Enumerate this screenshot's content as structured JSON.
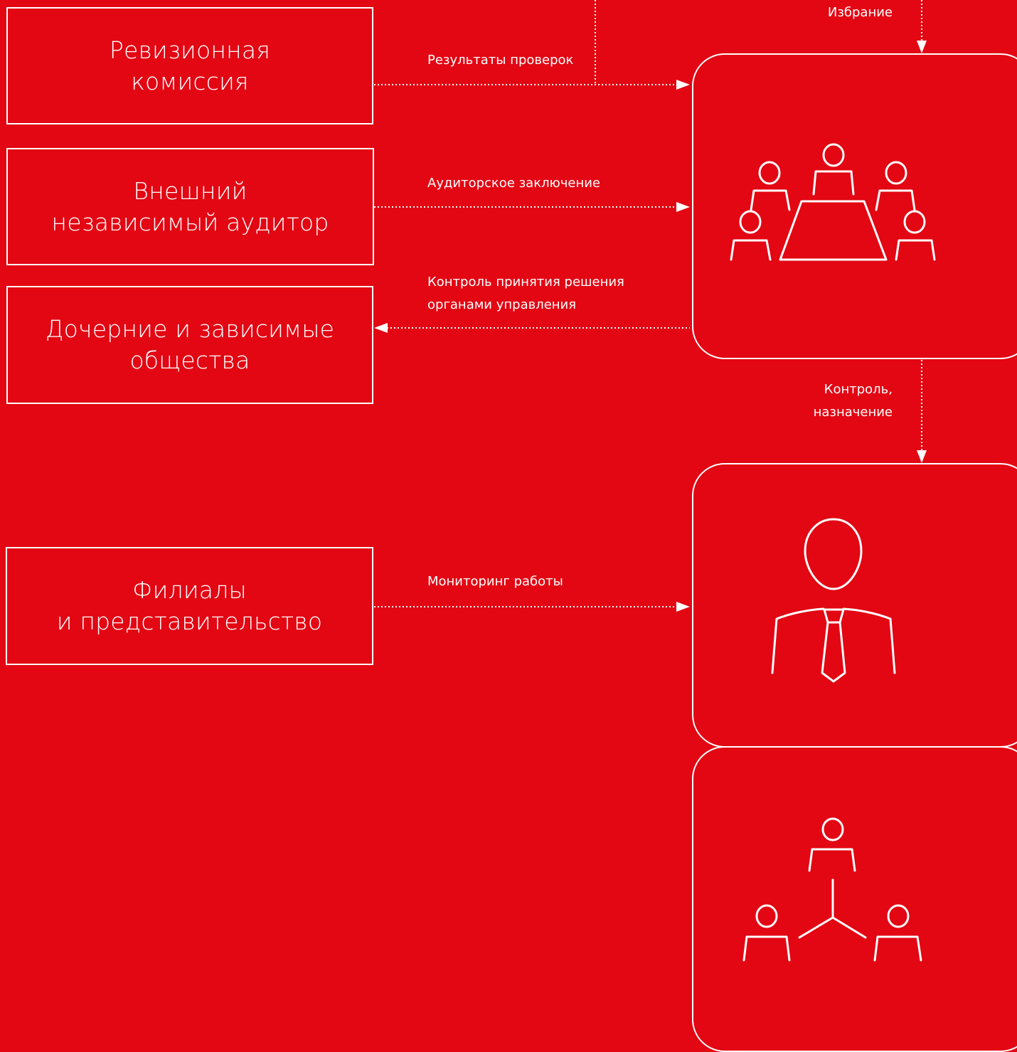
{
  "boxes": {
    "revision": "Ревизионная\nкомиссия",
    "auditor": "Внешний\nнезависимый аудитор",
    "subsidiaries": "Дочерние и зависимые\nобщества",
    "branches": "Филиалы\nи представительство"
  },
  "labels": {
    "election": "Избрание",
    "audit_results": "Результаты проверок",
    "audit_report": "Аудиторское заключение",
    "decision_control": "Контроль принятия решения\nорганами управления",
    "control_appointment": "Контроль,\nназначение",
    "work_monitoring": "Мониторинг работы"
  },
  "icons": {
    "board": "board-meeting-icon",
    "executive": "executive-person-icon",
    "management": "management-team-icon"
  },
  "colors": {
    "background": "#e30613",
    "line": "#ffffff"
  }
}
